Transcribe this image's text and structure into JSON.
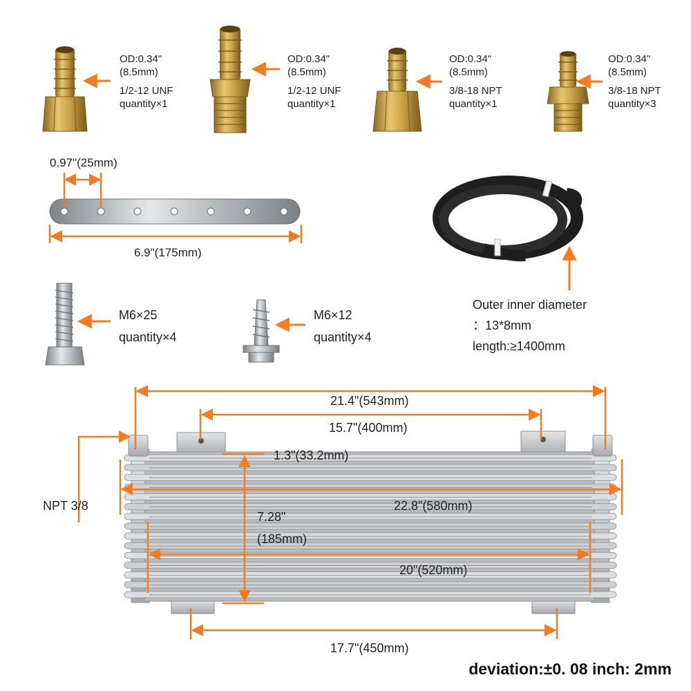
{
  "fittings": [
    {
      "od": "OD:0.34\"",
      "mm": "(8.5mm)",
      "thread": "1/2-12 UNF",
      "qty": "quantity×1"
    },
    {
      "od": "OD:0.34\"",
      "mm": "(8.5mm)",
      "thread": "1/2-12 UNF",
      "qty": "quantity×1"
    },
    {
      "od": "OD:0.34\"",
      "mm": "(8.5mm)",
      "thread": "3/8-18 NPT",
      "qty": "quantity×1"
    },
    {
      "od": "OD:0.34\"",
      "mm": "(8.5mm)",
      "thread": "3/8-18 NPT",
      "qty": "quantity×3"
    }
  ],
  "bracket": {
    "hole_spacing": "0.97\"(25mm)",
    "length": "6.9\"(175mm)"
  },
  "hose": {
    "line1": "Outer inner diameter",
    "line2": "：13*8mm",
    "line3": "length:≥1400mm"
  },
  "bolt": {
    "size": "M6×25",
    "qty": "quantity×4"
  },
  "screw": {
    "size": "M6×12",
    "qty": "quantity×4"
  },
  "cooler": {
    "overall_width": "21.4\"(543mm)",
    "mount_spacing_top": "15.7\"(400mm)",
    "fin_depth": "1.3\"(33.2mm)",
    "height_in": "7.28\"",
    "height_mm": "(185mm)",
    "total_width": "22.8\"(580mm)",
    "core_width": "20\"(520mm)",
    "mount_spacing_bottom": "17.7\"(450mm)",
    "port": "NPT 3/8"
  },
  "footer": "deviation:±0. 08 inch: 2mm",
  "colors": {
    "accent": "#f47b20",
    "brass": "#c9a24a",
    "aluminum": "#c8cacc",
    "hose": "#1e1e1e"
  }
}
